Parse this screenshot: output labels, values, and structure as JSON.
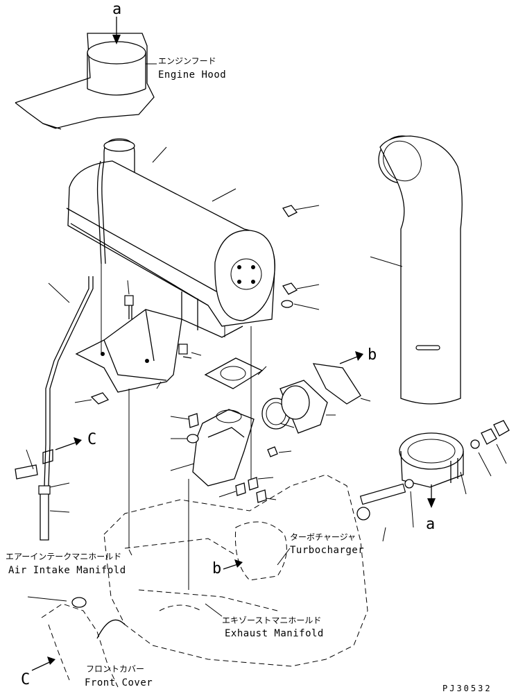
{
  "labels": {
    "engine_hood_jp": "エンジンフード",
    "engine_hood_en": "Engine Hood",
    "air_intake_jp": "エアーインテークマニホールド",
    "air_intake_en": "Air Intake Manifold",
    "turbo_jp": "ターボチャージャ",
    "turbo_en": "Turbocharger",
    "exhaust_jp": "エキゾーストマニホールド",
    "exhaust_en": "Exhaust Manifold",
    "front_cover_jp": "フロントカバー",
    "front_cover_en": "Front Cover"
  },
  "refs": {
    "a_top": "a",
    "a_clamp": "a",
    "b_gasket": "b",
    "b_turbo": "b",
    "c_pipe": "C",
    "c_front": "C"
  },
  "drawing_code": "PJ30532"
}
